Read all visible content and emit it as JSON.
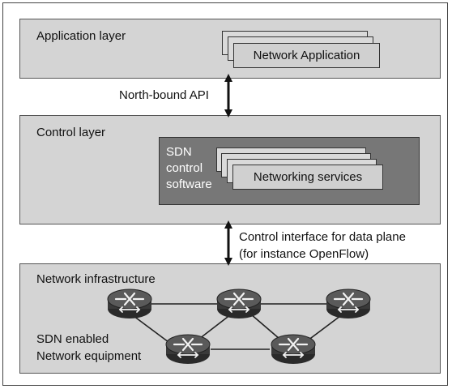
{
  "application_layer": {
    "title": "Application layer",
    "card_label": "Network Application"
  },
  "north_api": {
    "label": "North-bound API"
  },
  "control_layer": {
    "title": "Control layer",
    "sdn_lines": [
      "SDN",
      "control",
      "software"
    ],
    "card_label": "Networking services"
  },
  "control_interface": {
    "line1": "Control interface for data plane",
    "line2": "(for instance OpenFlow)"
  },
  "infrastructure": {
    "title": "Network infrastructure",
    "equipment_lines": [
      "SDN enabled",
      "Network equipment"
    ]
  },
  "colors": {
    "layer_bg": "#d4d4d4",
    "sdn_box_bg": "#777777",
    "router_body": "#4a4a4a"
  }
}
